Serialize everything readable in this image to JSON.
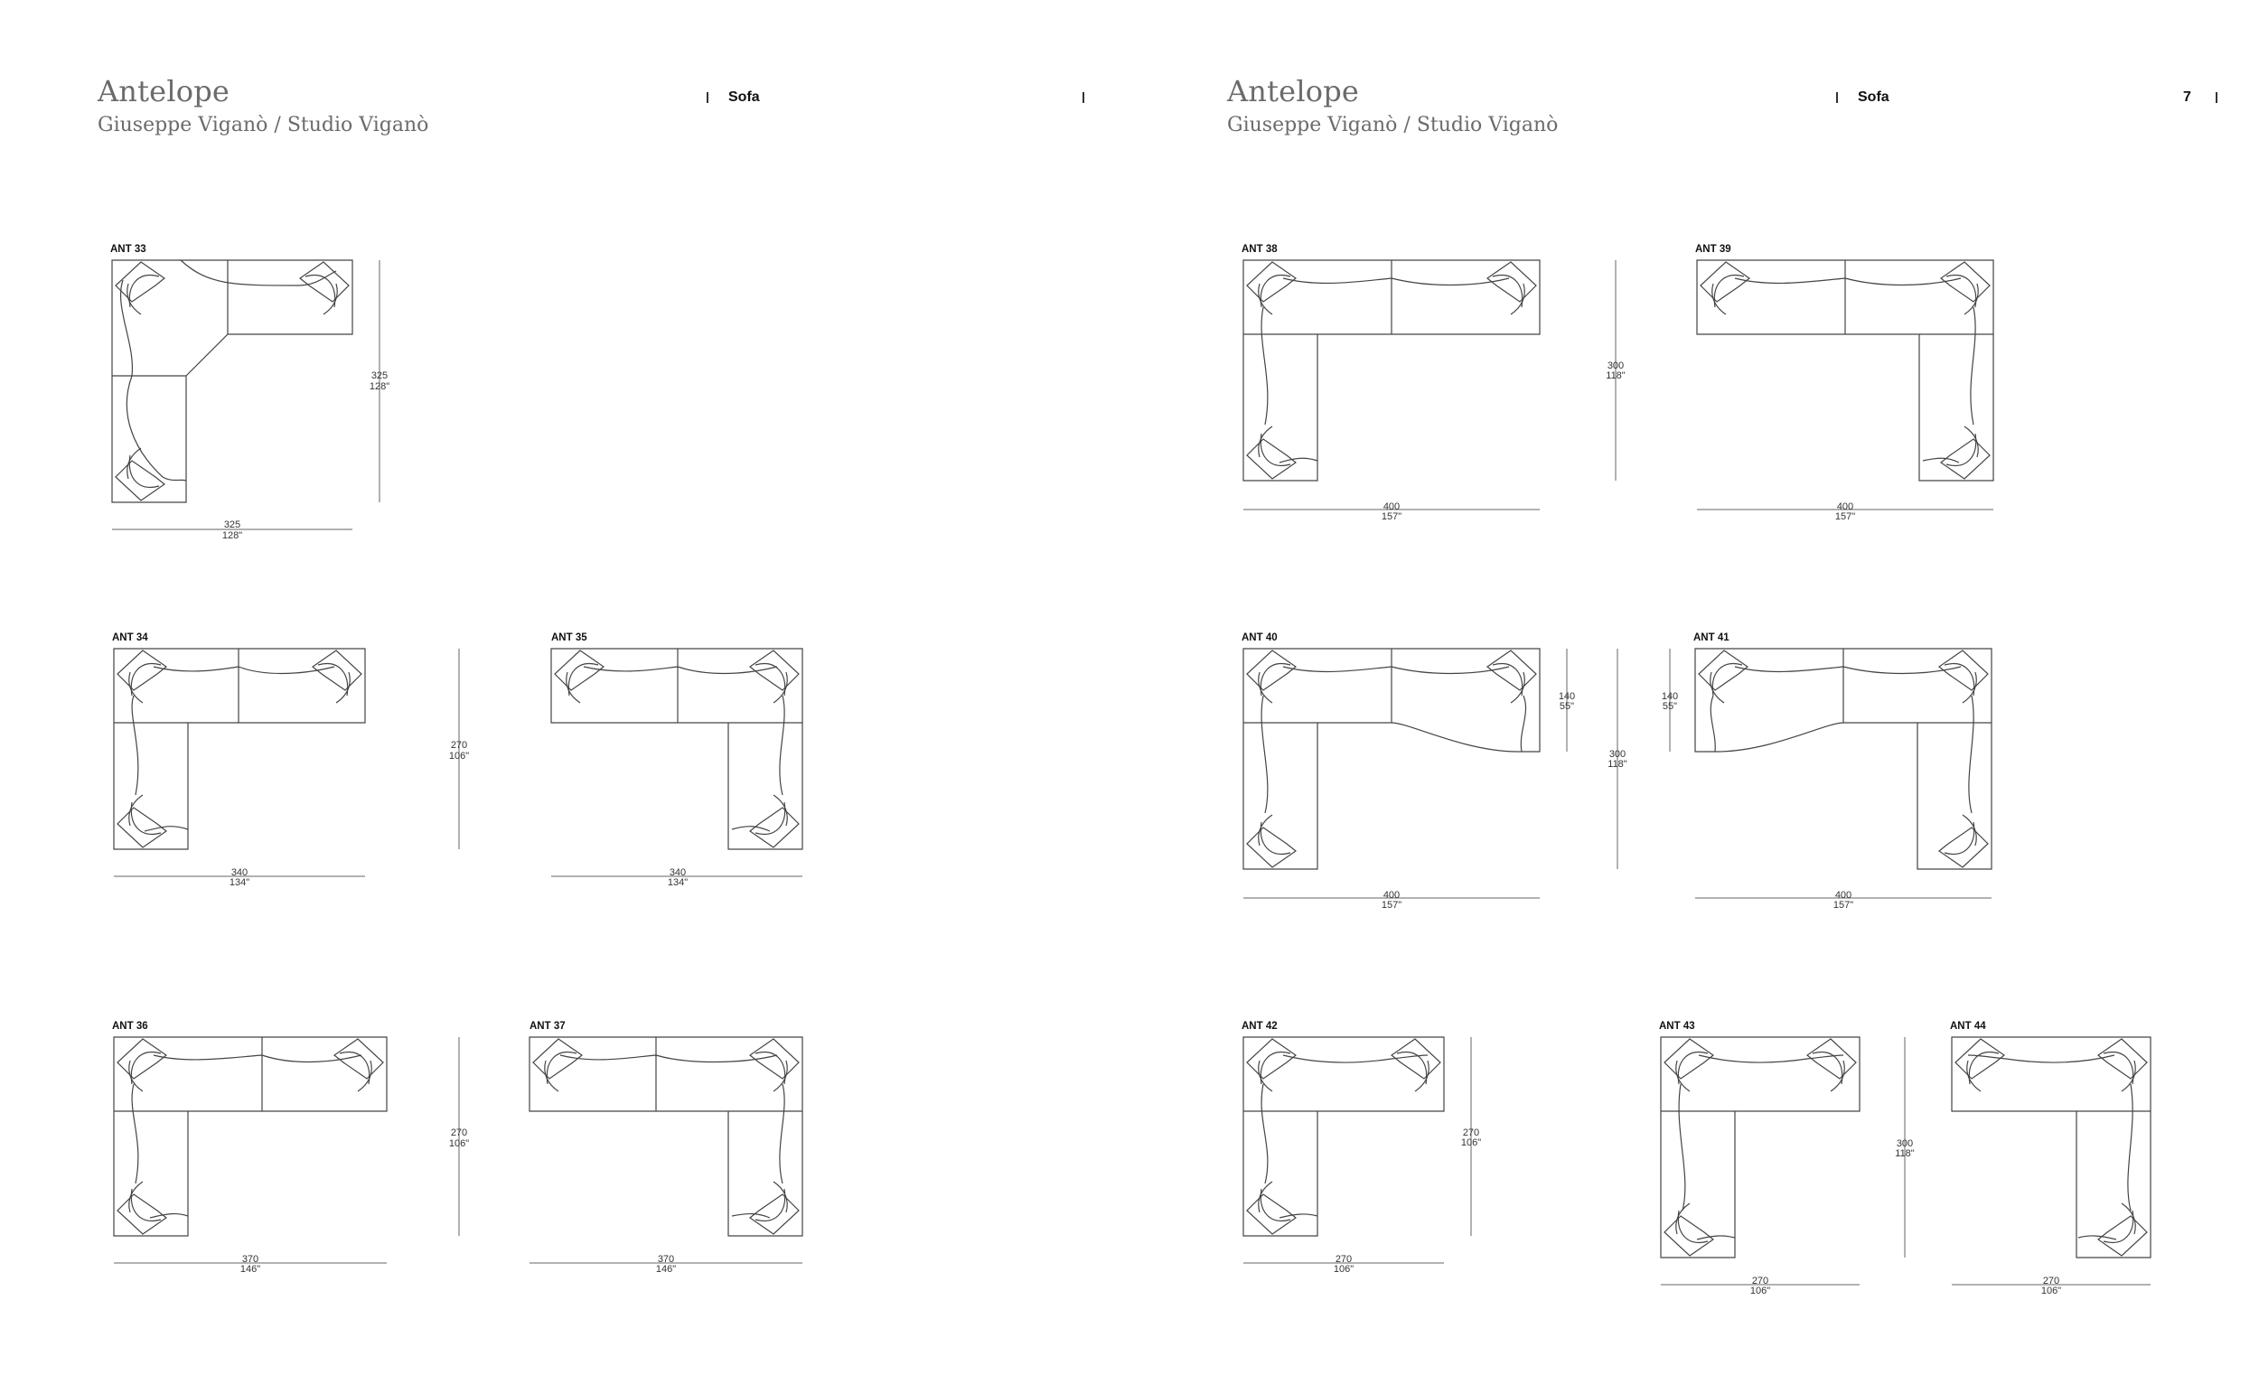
{
  "pages": [
    {
      "title": "Antelope",
      "designer": "Giuseppe Viganò / Studio Viganò",
      "category": "Sofa",
      "page_number": ""
    },
    {
      "title": "Antelope",
      "designer": "Giuseppe Viganò / Studio Viganò",
      "category": "Sofa",
      "page_number": "7"
    }
  ],
  "models": [
    {
      "code": "ANT 33",
      "width_cm": "325",
      "width_in": "128\"",
      "depth_cm": "325",
      "depth_in": "128\""
    },
    {
      "code": "ANT 34",
      "width_cm": "340",
      "width_in": "134\"",
      "depth_cm": "270",
      "depth_in": "106\""
    },
    {
      "code": "ANT 35",
      "width_cm": "340",
      "width_in": "134\""
    },
    {
      "code": "ANT 36",
      "width_cm": "370",
      "width_in": "146\"",
      "depth_cm": "270",
      "depth_in": "106\""
    },
    {
      "code": "ANT 37",
      "width_cm": "370",
      "width_in": "146\""
    },
    {
      "code": "ANT 38",
      "width_cm": "400",
      "width_in": "157\"",
      "depth_cm": "300",
      "depth_in": "118\""
    },
    {
      "code": "ANT 39",
      "width_cm": "400",
      "width_in": "157\""
    },
    {
      "code": "ANT 40",
      "width_cm": "400",
      "width_in": "157\"",
      "depth_cm": "300",
      "depth_in": "118\"",
      "seat_cm": "140",
      "seat_in": "55\""
    },
    {
      "code": "ANT 41",
      "width_cm": "400",
      "width_in": "157\"",
      "seat_cm": "140",
      "seat_in": "55\""
    },
    {
      "code": "ANT 42",
      "width_cm": "270",
      "width_in": "106\"",
      "depth_cm": "270",
      "depth_in": "106\""
    },
    {
      "code": "ANT 43",
      "width_cm": "270",
      "width_in": "106\"",
      "depth_cm": "300",
      "depth_in": "118\""
    },
    {
      "code": "ANT 44",
      "width_cm": "270",
      "width_in": "106\""
    }
  ]
}
